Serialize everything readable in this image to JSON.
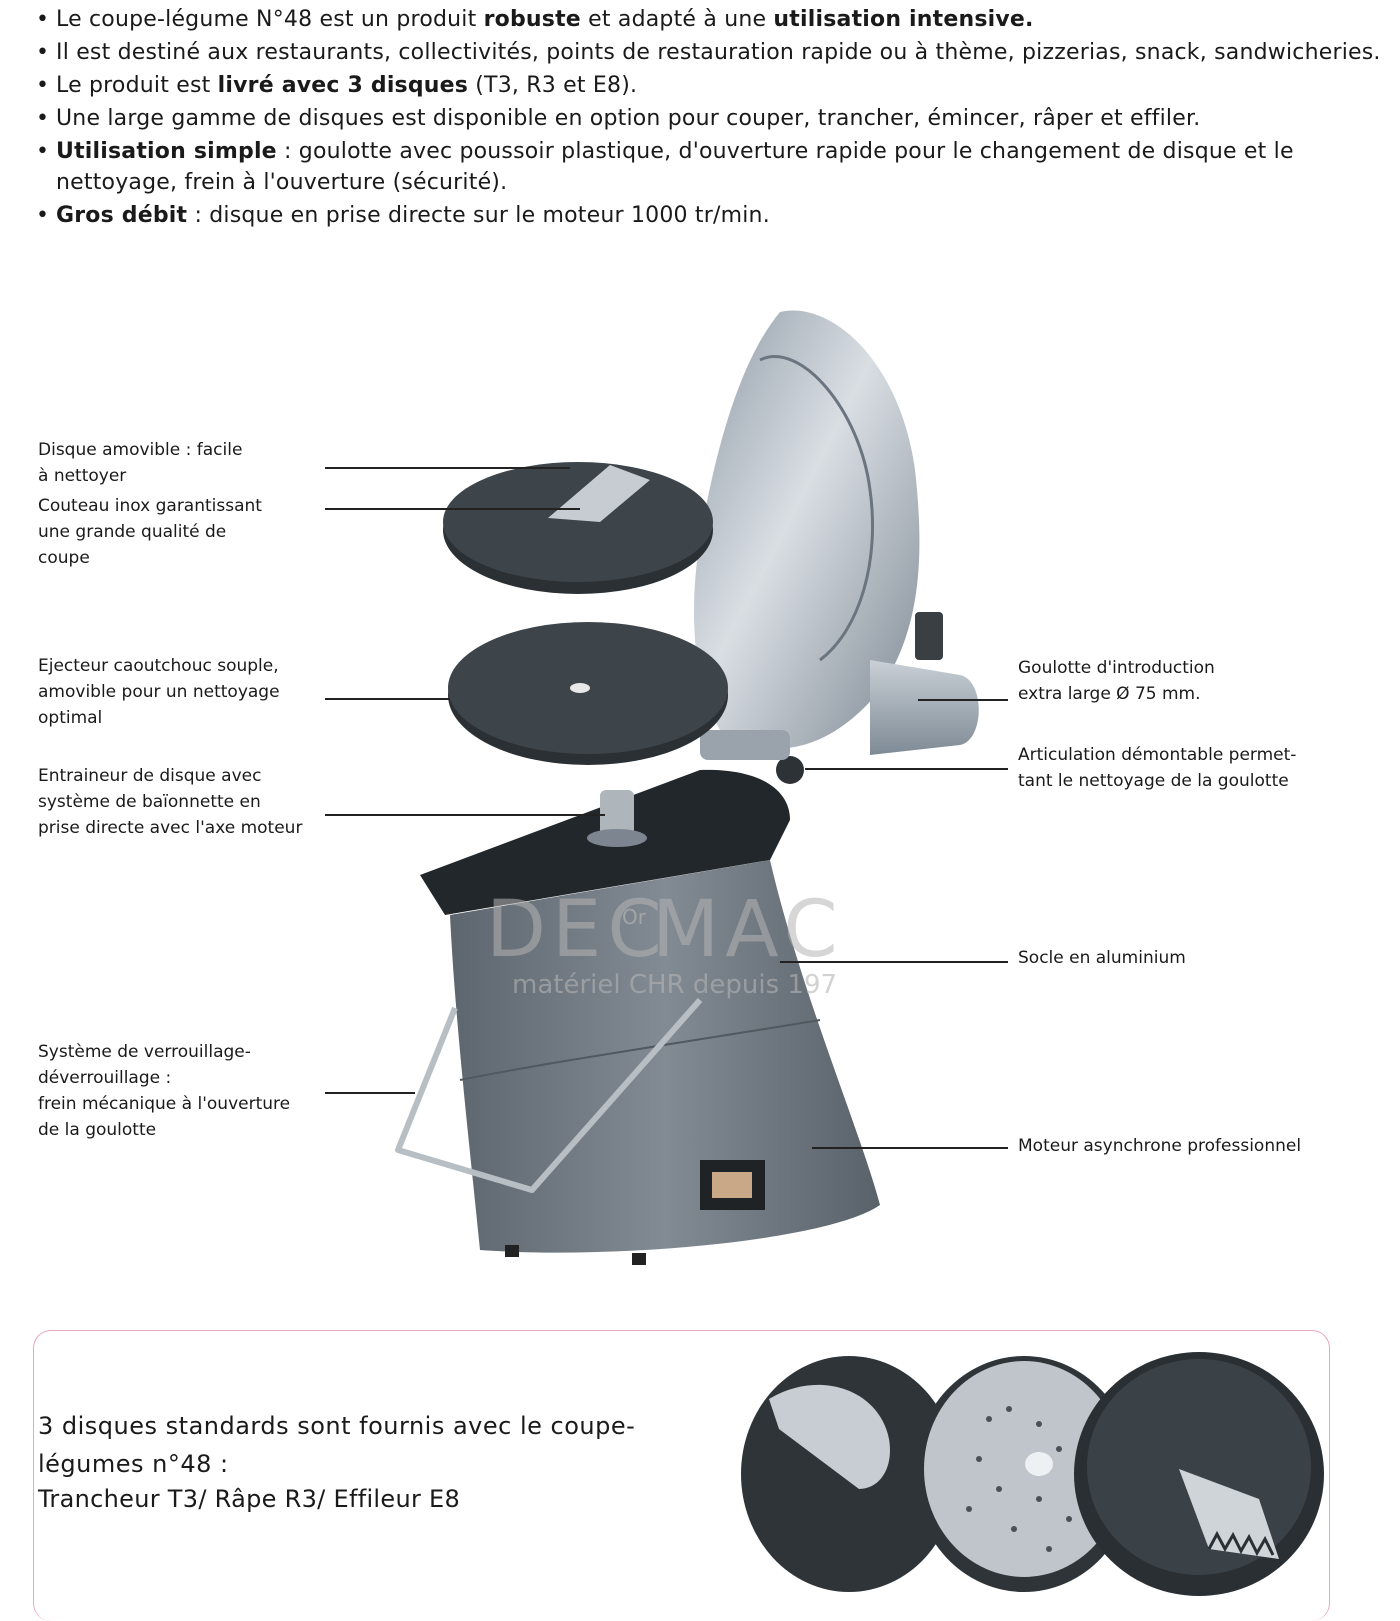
{
  "features": [
    {
      "parts": [
        {
          "t": "Le coupe-légume N°48 est un produit ",
          "b": false
        },
        {
          "t": "robuste",
          "b": true
        },
        {
          "t": " et adapté à une ",
          "b": false
        },
        {
          "t": "utilisation intensive.",
          "b": true
        }
      ]
    },
    {
      "parts": [
        {
          "t": "Il est destiné aux restaurants, collectivités, points de restauration rapide ou à thème, pizzerias, snack, sandwicheries.",
          "b": false
        }
      ]
    },
    {
      "parts": [
        {
          "t": "Le produit est ",
          "b": false
        },
        {
          "t": "livré avec 3 disques",
          "b": true
        },
        {
          "t": " (T3, R3 et E8).",
          "b": false
        }
      ]
    },
    {
      "parts": [
        {
          "t": "Une large gamme de disques est disponible en option pour couper, trancher, émincer, râper et effiler.",
          "b": false
        }
      ]
    },
    {
      "parts": [
        {
          "t": "Utilisation simple",
          "b": true
        },
        {
          "t": " : goulotte avec poussoir plastique, d'ouverture rapide pour le changement de disque et le nettoyage, frein à l'ouverture (sécurité).",
          "b": false
        }
      ]
    },
    {
      "parts": [
        {
          "t": "Gros débit",
          "b": true
        },
        {
          "t": " : disque en prise directe sur le moteur 1000 tr/min.",
          "b": false
        }
      ]
    }
  ],
  "callouts": {
    "disque": [
      "Disque amovible : facile",
      "à nettoyer"
    ],
    "couteau": [
      "Couteau inox garantissant",
      "une grande qualité de",
      "coupe"
    ],
    "ejecteur": [
      "Ejecteur caoutchouc souple,",
      "amovible pour un nettoyage",
      "optimal"
    ],
    "entraineur": [
      "Entraineur de disque avec",
      "système de baïonnette en",
      "prise directe avec l'axe moteur"
    ],
    "verrouillage": [
      "Système de verrouillage-",
      "déverrouillage :",
      "frein mécanique à l'ouverture",
      "de la goulotte"
    ],
    "goulotte": [
      "Goulotte d'introduction",
      "extra large Ø 75 mm."
    ],
    "articulation": [
      "Articulation démontable permet-",
      "tant le nettoyage de la goulotte"
    ],
    "socle": [
      "Socle en aluminium"
    ],
    "moteur": [
      "Moteur asynchrone professionnel"
    ]
  },
  "watermark": {
    "brand_left": "DEC",
    "brand_or": "Or",
    "brand_right": "MAC",
    "tagline": "matériel CHR depuis 197"
  },
  "discs": {
    "intro": "3 disques standards sont fournis avec le coupe-légumes n°48 :",
    "list": "Trancheur T3/ Râpe R3/ Effileur E8"
  }
}
